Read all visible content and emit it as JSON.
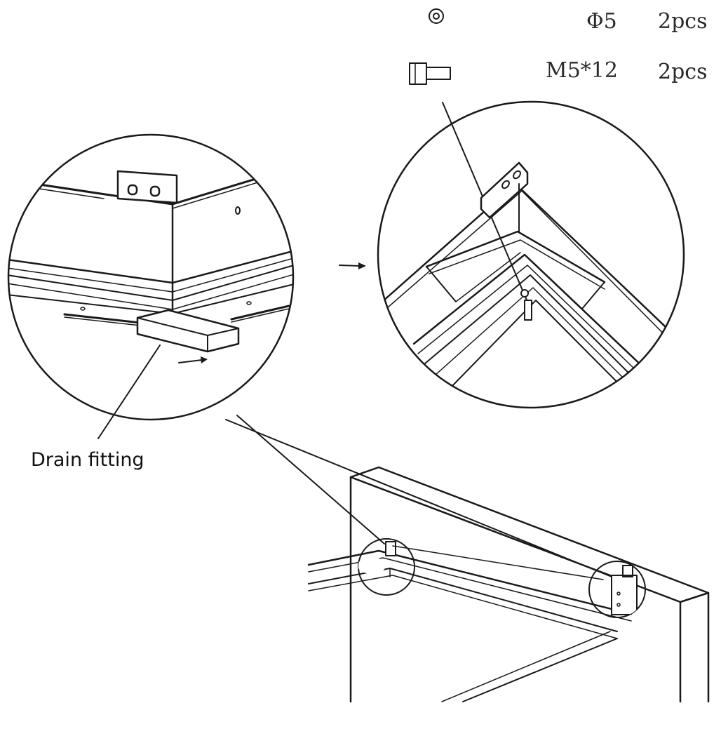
{
  "parts_list": [
    {
      "icon": "washer-icon",
      "size": "Φ5",
      "qty": "2pcs"
    },
    {
      "icon": "bolt-icon",
      "size": "M5*12",
      "qty": "2pcs"
    }
  ],
  "callouts": {
    "drain_fitting": "Drain fitting"
  },
  "colors": {
    "line": "#1a1a1a",
    "background": "#ffffff"
  }
}
